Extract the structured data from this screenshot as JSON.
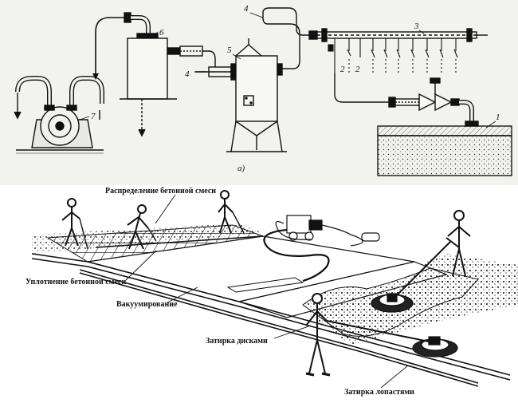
{
  "scheme": {
    "labels": {
      "n1": "1",
      "n2a": "2",
      "n2b": "2",
      "n3": "3",
      "n4a": "4",
      "n4b": "4",
      "n5": "5",
      "n6": "6",
      "n7": "7",
      "fig": "а)"
    }
  },
  "process": {
    "labels": {
      "distribution": "Распределение бетонной смеси",
      "compaction": "Уплотнение бетонной смеси",
      "vacuuming": "Вакуумирование",
      "disc_trowel": "Затирка дисками",
      "blade_trowel": "Затирка лопастями"
    }
  },
  "colors": {
    "ink": "#111111",
    "paper": "#f2f2ef",
    "hatch": "#555555"
  }
}
